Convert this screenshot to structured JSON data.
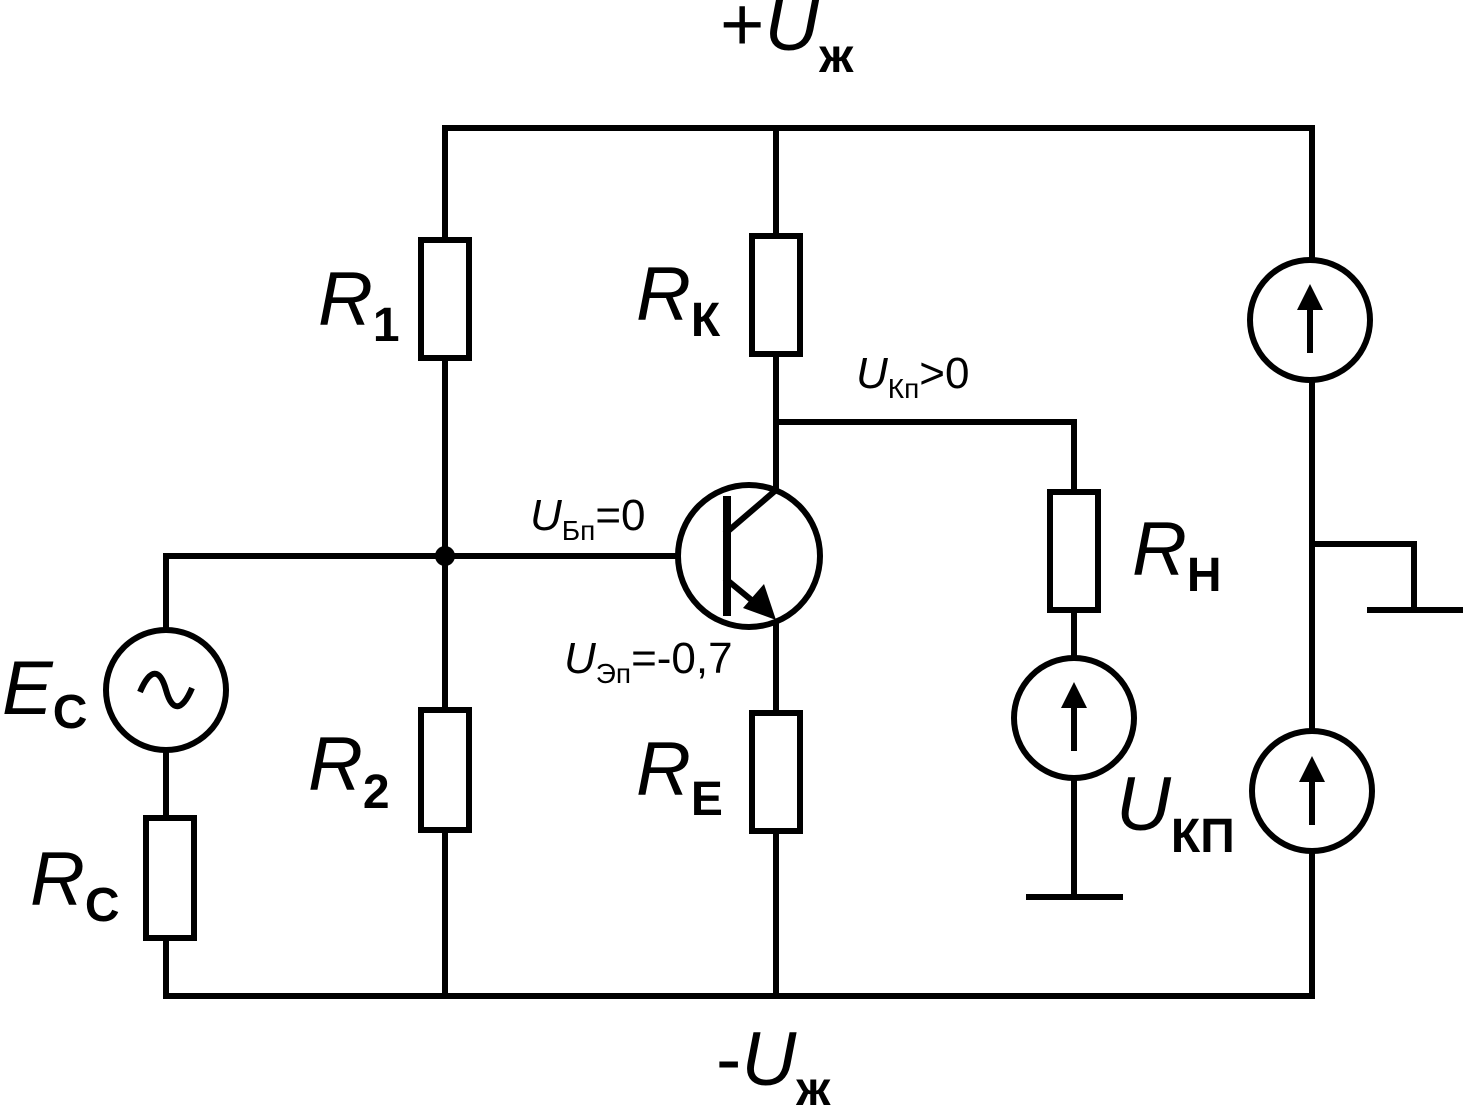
{
  "supply": {
    "positive": {
      "prefix": "+",
      "symbol": "U",
      "sub": "ж"
    },
    "negative": {
      "prefix": "-",
      "symbol": "U",
      "sub": "ж"
    }
  },
  "components": {
    "r1": {
      "symbol": "R",
      "sub": "1"
    },
    "r2": {
      "symbol": "R",
      "sub": "2"
    },
    "rk": {
      "symbol": "R",
      "sub": "К"
    },
    "re": {
      "symbol": "R",
      "sub": "Е"
    },
    "rn": {
      "symbol": "R",
      "sub": "Н"
    },
    "rc": {
      "symbol": "R",
      "sub": "С"
    },
    "ec": {
      "symbol": "E",
      "sub": "С",
      "glyph": "~"
    },
    "ukp": {
      "symbol": "U",
      "sub": "КП"
    }
  },
  "annotations": {
    "ubp": {
      "symbol": "U",
      "sub": "Бп",
      "value": "=0"
    },
    "ukp_node": {
      "symbol": "U",
      "sub": "Кп",
      "value": ">0"
    },
    "uep": {
      "symbol": "U",
      "sub": "Эп",
      "value": "=-0,7"
    }
  },
  "colors": {
    "line": "#000000",
    "background": "#ffffff"
  }
}
